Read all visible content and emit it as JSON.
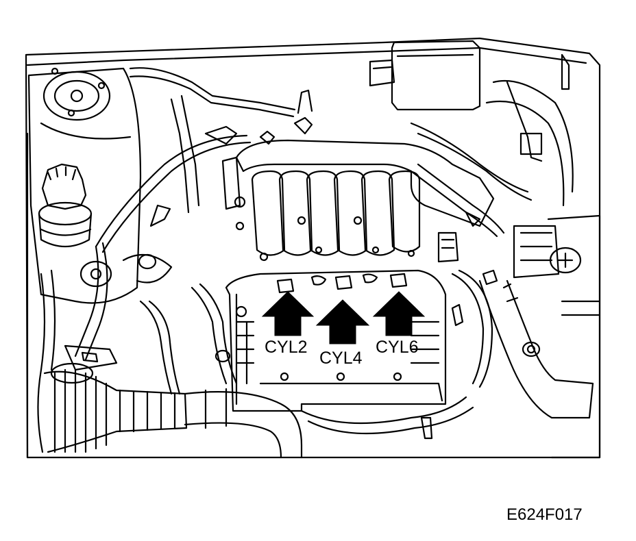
{
  "figure": {
    "code": "E624F017",
    "labels": {
      "cyl2": "CYL2",
      "cyl4": "CYL4",
      "cyl6": "CYL6"
    }
  },
  "colors": {
    "line": "#000000",
    "background": "#ffffff"
  }
}
